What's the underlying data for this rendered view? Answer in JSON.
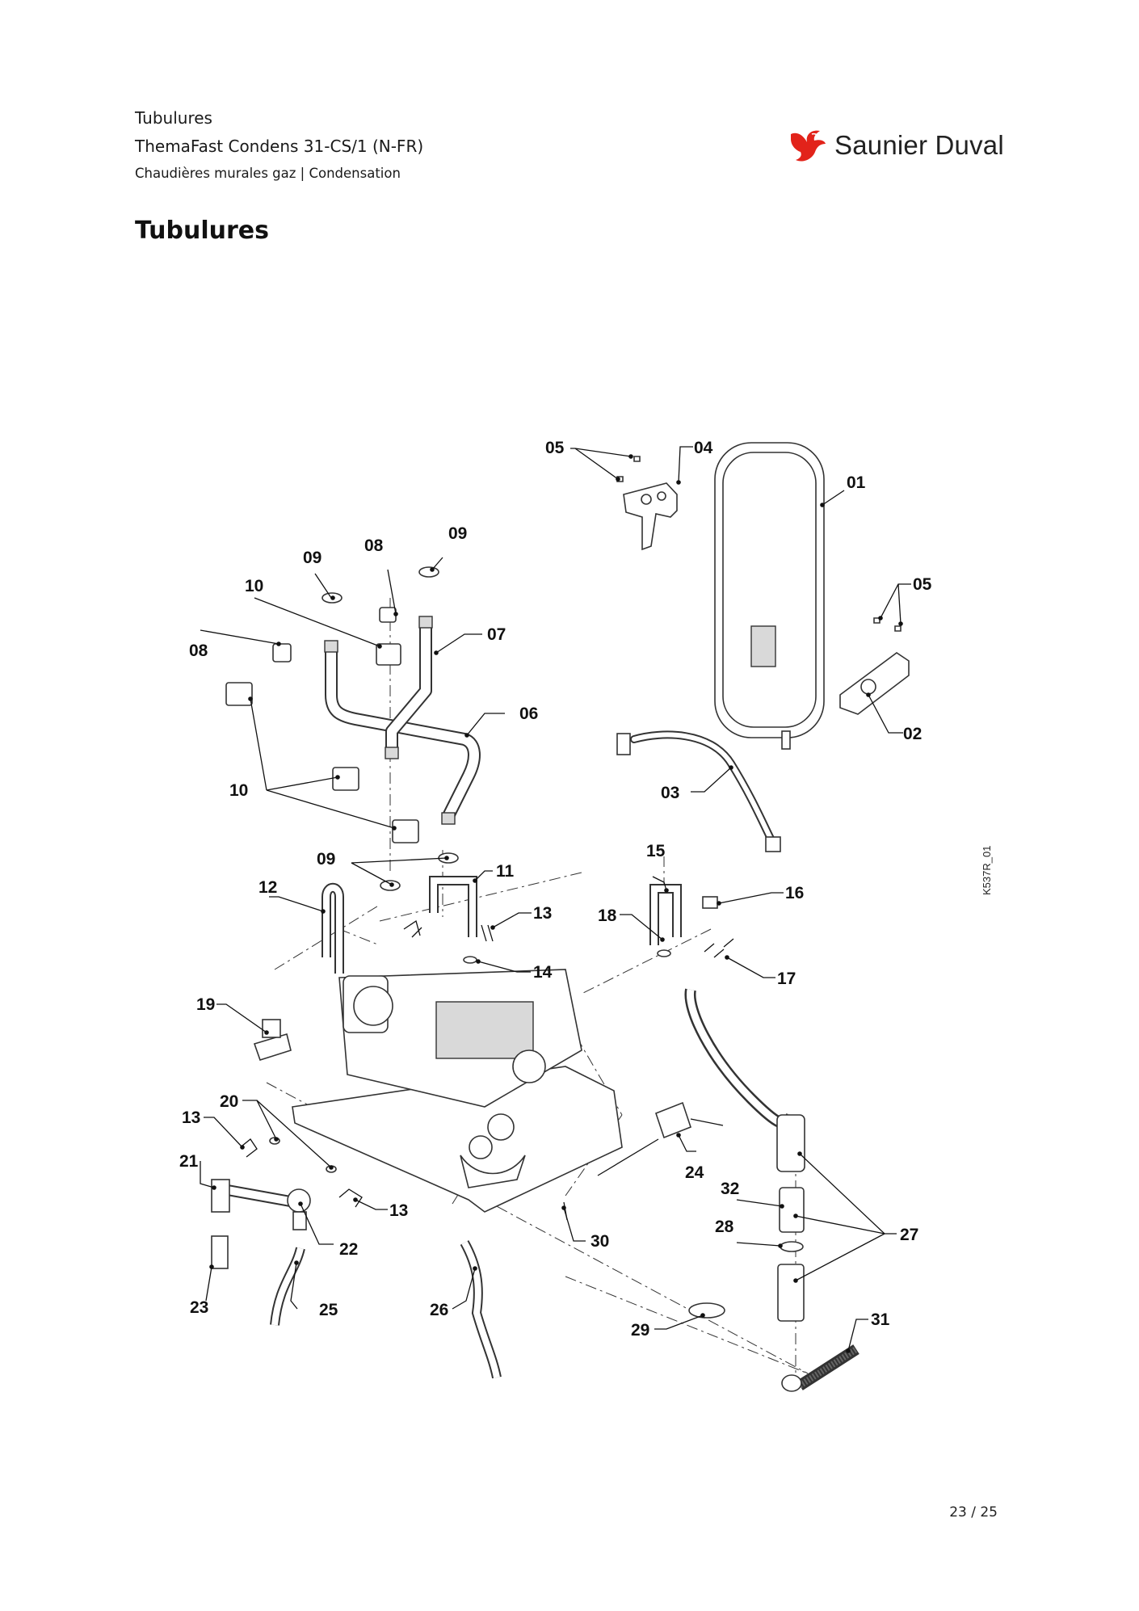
{
  "header": {
    "line1": "Tubulures",
    "line2": "ThemaFast Condens 31-CS/1 (N-FR)",
    "line3": "Chaudières murales gaz | Condensation"
  },
  "brand": {
    "name": "Saunier Duval",
    "logo_icon": "bird-logo-icon",
    "color": "#e2231a"
  },
  "page_title": "Tubulures",
  "diagram": {
    "drawing_ref": "K537R_01",
    "callouts": [
      "01",
      "02",
      "03",
      "04",
      "05",
      "05",
      "06",
      "07",
      "08",
      "08",
      "09",
      "09",
      "09",
      "10",
      "10",
      "11",
      "12",
      "13",
      "13",
      "13",
      "14",
      "15",
      "16",
      "17",
      "18",
      "19",
      "20",
      "21",
      "22",
      "23",
      "24",
      "25",
      "26",
      "27",
      "28",
      "29",
      "30",
      "31",
      "32"
    ]
  },
  "footer": {
    "page": "23 / 25"
  }
}
